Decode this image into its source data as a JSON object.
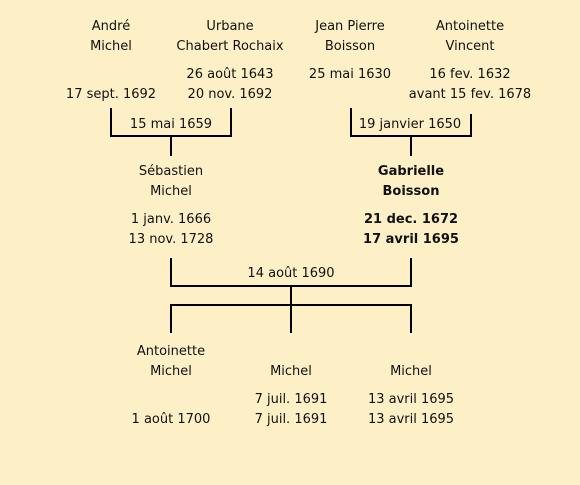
{
  "grandparents": {
    "andre_michel": {
      "given": "André",
      "surname": "Michel",
      "birth": "",
      "death": "17 sept. 1692"
    },
    "urbane_chabert": {
      "given": "Urbane",
      "surname": "Chabert Rochaix",
      "birth": "26 août 1643",
      "death": "20 nov. 1692"
    },
    "jean_pierre_boisson": {
      "given": "Jean Pierre",
      "surname": "Boisson",
      "birth": "25 mai 1630",
      "death": ""
    },
    "antoinette_vincent": {
      "given": "Antoinette",
      "surname": "Vincent",
      "birth": "16 fev. 1632",
      "death": "avant 15 fev. 1678"
    }
  },
  "grandparent_marriages": {
    "michel": "15 mai 1659",
    "boisson": "19 janvier 1650"
  },
  "parents": {
    "sebastien_michel": {
      "given": "Sébastien",
      "surname": "Michel",
      "birth": "1 janv. 1666",
      "death": "13 nov. 1728"
    },
    "gabrielle_boisson": {
      "given": "Gabrielle",
      "surname": "Boisson",
      "birth": "21 dec. 1672",
      "death": "17 avril 1695"
    }
  },
  "parent_marriage": "14 août 1690",
  "children": {
    "antoinette_michel": {
      "given": "Antoinette",
      "surname": "Michel",
      "birth": "",
      "death": "1 août 1700"
    },
    "michel_1691": {
      "given": "",
      "surname": "Michel",
      "birth": "7 juil. 1691",
      "death": "7 juil. 1691"
    },
    "michel_1695": {
      "given": "",
      "surname": "Michel",
      "birth": "13 avril 1695",
      "death": "13 avril 1695"
    }
  }
}
